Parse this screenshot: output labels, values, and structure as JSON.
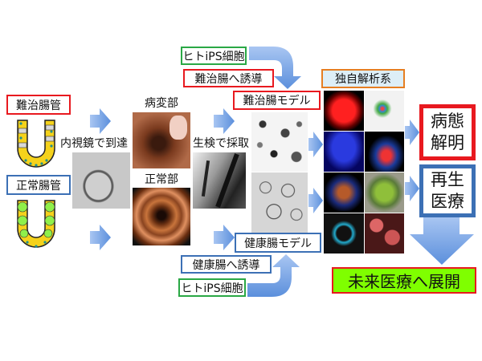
{
  "left": {
    "diseased_tube": "難治腸管",
    "normal_tube": "正常腸管",
    "endoscope_reach": "内視鏡で到達"
  },
  "middle": {
    "lesion": "病変部",
    "normal_part": "正常部",
    "biopsy": "生検で採取"
  },
  "top": {
    "ips_cells": "ヒトiPS細胞",
    "induce_diseased": "難治腸へ誘導",
    "diseased_model": "難治腸モデル"
  },
  "bottom": {
    "healthy_model": "健康腸モデル",
    "induce_healthy": "健康腸へ誘導",
    "ips_cells": "ヒトiPS細胞"
  },
  "analysis": {
    "title": "独自解析系"
  },
  "outcomes": {
    "pathology_1": "病態",
    "pathology_2": "解明",
    "regen_1": "再生",
    "regen_2": "医療",
    "future": "未来医療へ展開"
  },
  "colors": {
    "red": "#e8191f",
    "blue": "#3c70b5",
    "green": "#2aa845",
    "orange": "#e67e22",
    "lime": "#7fff00",
    "arrow": "#6b9be0"
  }
}
